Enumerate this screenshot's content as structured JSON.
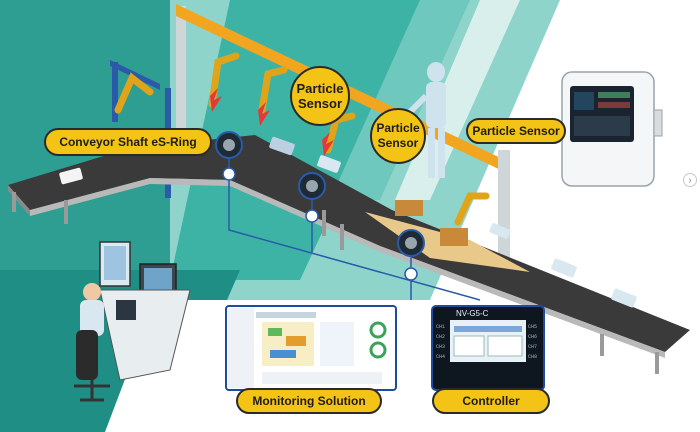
{
  "labels": {
    "conveyor": "Conveyor Shaft eS-Ring",
    "particle_sensor_1": [
      "Particle",
      "Sensor"
    ],
    "particle_sensor_2": [
      "Particle",
      "Sensor"
    ],
    "particle_sensor_device": "Particle Sensor",
    "monitoring": "Monitoring Solution",
    "controller": "Controller"
  },
  "controller_screen": {
    "model": "NV-G5-C",
    "side_left": [
      "CH1",
      "CH2",
      "CH3",
      "CH4"
    ],
    "side_right": [
      "CH5",
      "CH6",
      "CH7",
      "CH8"
    ]
  },
  "carousel": {
    "arrow": "›"
  },
  "colors": {
    "teal_dark": "#1f8f86",
    "teal_mid": "#3db3a6",
    "teal_light": "#8fd4cb",
    "accent_yellow": "#f3c316",
    "conveyor_belt": "#3b3a3a",
    "gantry_orange": "#f2a51e",
    "link_blue": "#2a5aa8"
  }
}
